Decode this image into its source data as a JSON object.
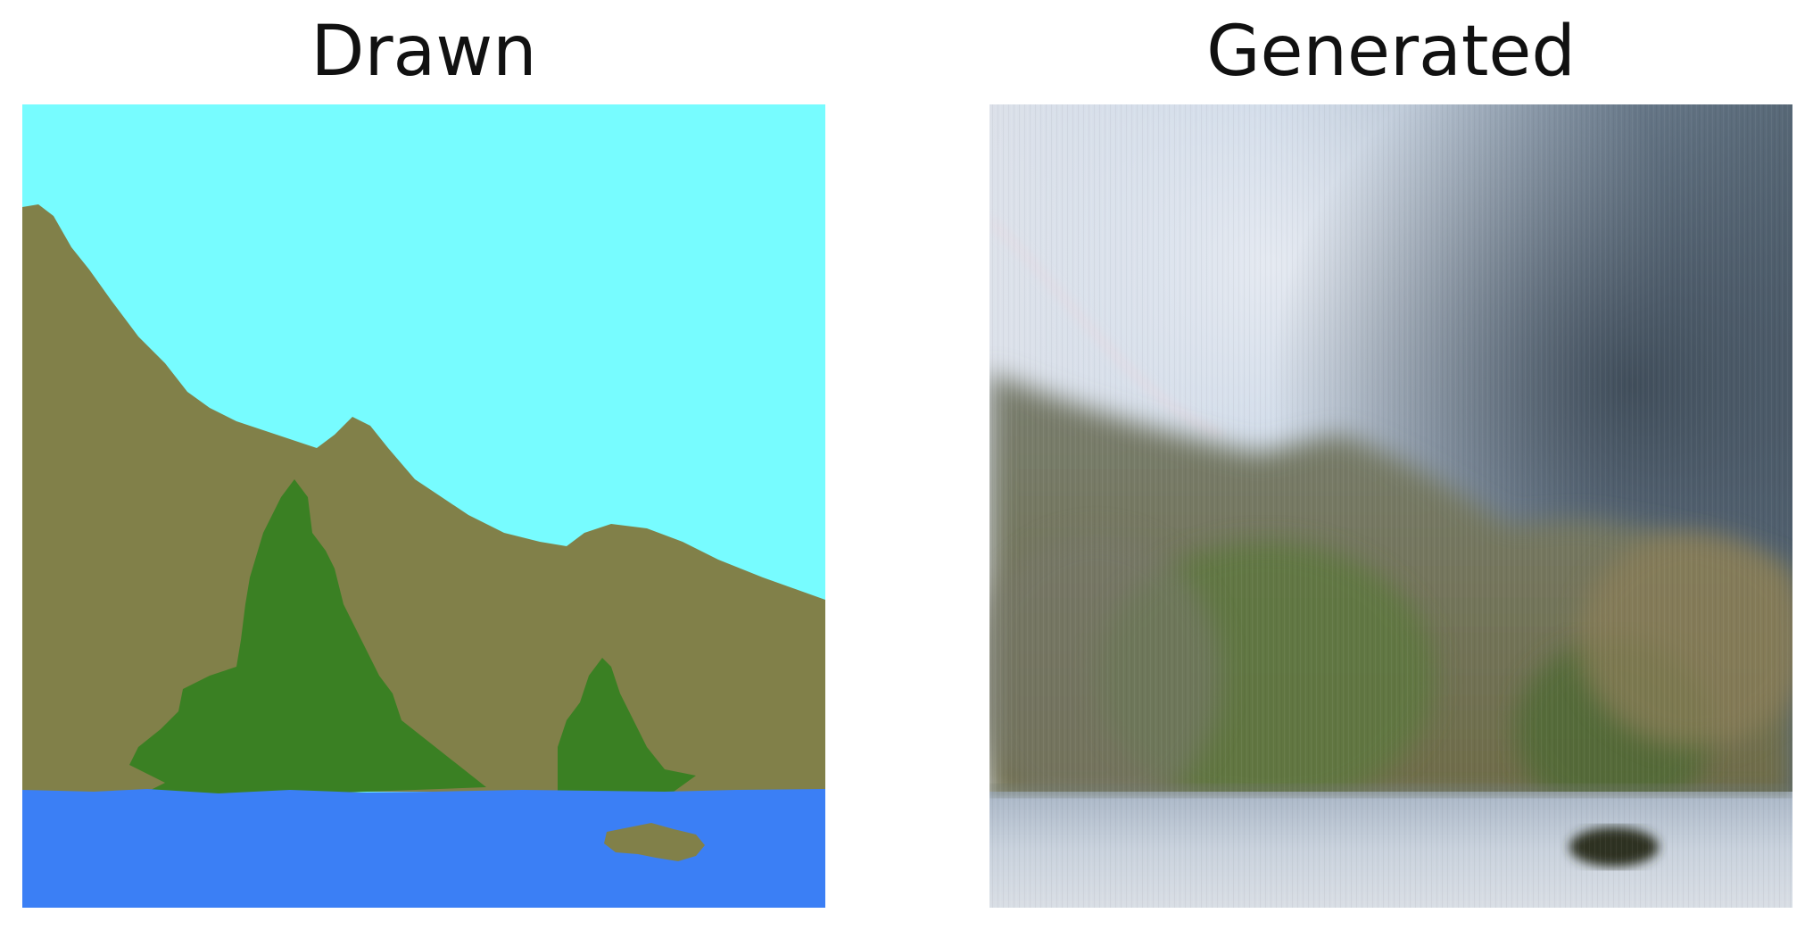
{
  "figure": {
    "panels": [
      {
        "id": "drawn",
        "title": "Drawn"
      },
      {
        "id": "generated",
        "title": "Generated"
      }
    ]
  },
  "drawn_colors": {
    "sky": "#77FCFF",
    "mountain": "#818049",
    "tree": "#3A8023",
    "water": "#3B7FF5"
  },
  "generated_colors": {
    "sky_light": "#D8DEE8",
    "sky_blue": "#A8C0DA",
    "cloud_dark": "#4D5C6B",
    "hill_olive": "#7E7A4E",
    "foliage_green": "#5F7A3C",
    "water_grey": "#B8C3D2",
    "rock_dark": "#2E3020"
  }
}
